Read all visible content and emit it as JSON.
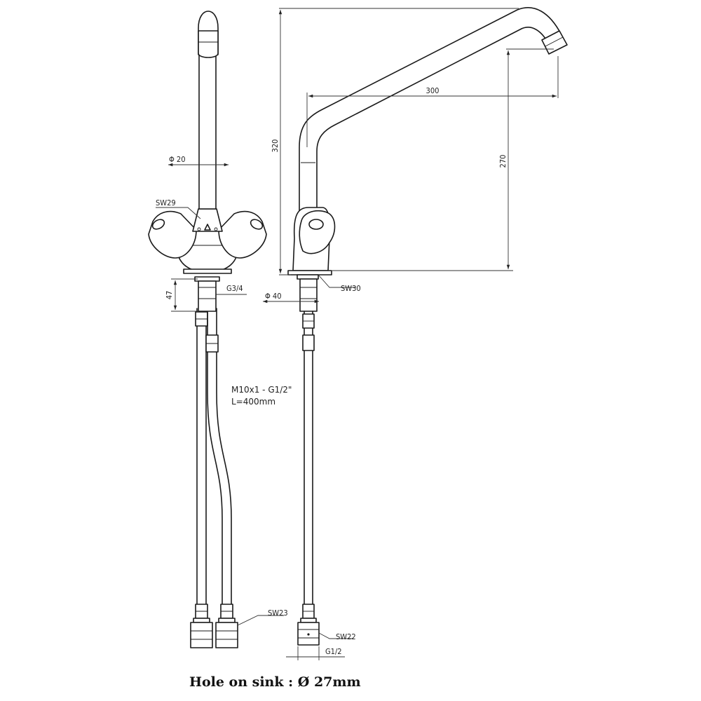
{
  "dimensions": {
    "length_300": "300",
    "height_320": "320",
    "height_270": "270",
    "base_47": "47",
    "pipe_dia_label": "Φ 20",
    "base_dia_label": "Φ 40",
    "thread_g34": "G3/4",
    "thread_g12": "G1/2"
  },
  "wrench_sizes": {
    "sw29": "SW29",
    "sw30": "SW30",
    "sw23": "SW23",
    "sw22": "SW22"
  },
  "hose_spec": {
    "thread": "M10x1 - G1/2\"",
    "length": "L=400mm"
  },
  "footnote": "Hole on sink : Ø 27mm"
}
